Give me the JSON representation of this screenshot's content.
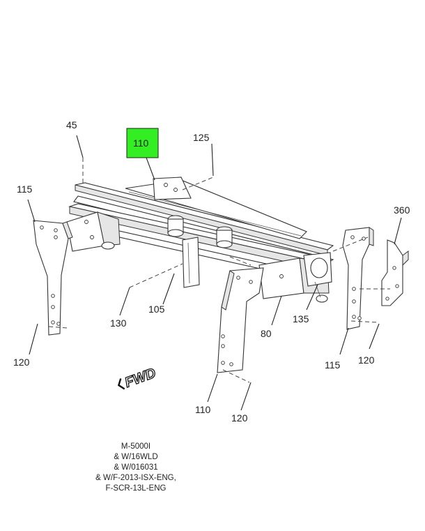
{
  "diagram": {
    "highlight_color": "#33ee22",
    "callouts": [
      {
        "id": "c45",
        "label": "45"
      },
      {
        "id": "c110-top",
        "label": "110",
        "highlighted": true
      },
      {
        "id": "c125",
        "label": "125"
      },
      {
        "id": "c115-left",
        "label": "115"
      },
      {
        "id": "c360",
        "label": "360"
      },
      {
        "id": "c105",
        "label": "105"
      },
      {
        "id": "c130",
        "label": "130"
      },
      {
        "id": "c135",
        "label": "135"
      },
      {
        "id": "c80",
        "label": "80"
      },
      {
        "id": "c120-left",
        "label": "120"
      },
      {
        "id": "c115-right",
        "label": "115"
      },
      {
        "id": "c120-right",
        "label": "120"
      },
      {
        "id": "c110-bottom",
        "label": "110"
      },
      {
        "id": "c120-bottom",
        "label": "120"
      }
    ],
    "direction_label": "FWD",
    "direction_icon": "forward-arrow-icon"
  },
  "notes": [
    "M-5000I",
    "& W/16WLD",
    "& W/016031",
    "& W/F-2013-ISX-ENG,",
    "F-SCR-13L-ENG"
  ]
}
